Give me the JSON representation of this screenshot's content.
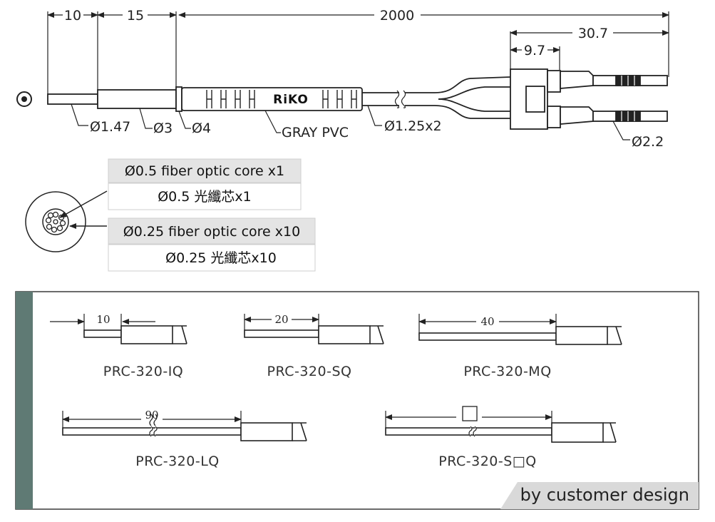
{
  "top_drawing": {
    "dimensions": {
      "d10": "10",
      "d15": "15",
      "d2000": "2000",
      "d30_7": "30.7",
      "d9_7": "9.7"
    },
    "callouts": {
      "dia_1_47": "Ø1.47",
      "dia_3": "Ø3",
      "dia_4": "Ø4",
      "gray_pvc": "GRAY PVC",
      "dia_1_25x2": "Ø1.25x2",
      "dia_2_2": "Ø2.2"
    },
    "logo": "RiKO"
  },
  "core_table": {
    "row1_en": "Ø0.5 fiber optic core x1",
    "row1_zh": "Ø0.5 光纖芯x1",
    "row2_en": "Ø0.25 fiber optic core x10",
    "row2_zh": "Ø0.25 光纖芯x10"
  },
  "variants_panel": {
    "items": [
      {
        "code": "PRC-320-IQ",
        "length": "10"
      },
      {
        "code": "PRC-320-SQ",
        "length": "20"
      },
      {
        "code": "PRC-320-MQ",
        "length": "40"
      },
      {
        "code": "PRC-320-LQ",
        "length": "90"
      },
      {
        "code": "PRC-320-S□Q",
        "length": ""
      }
    ],
    "badge": "by customer design"
  }
}
